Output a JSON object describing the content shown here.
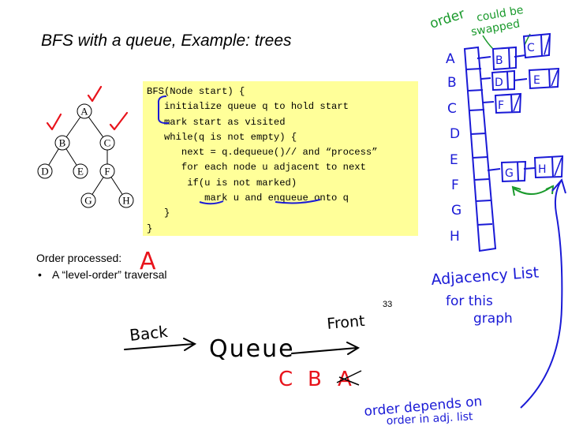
{
  "slide": {
    "title": "BFS with a queue, Example: trees",
    "code_lines": [
      "BFS(Node start) {",
      "   initialize queue q to hold start",
      "   mark start as visited",
      "   while(q is not empty) {",
      "      next = q.dequeue()// and “process”",
      "      for each node u adjacent to next",
      "       if(u is not marked)",
      "          mark u and enqueue onto q",
      "   }",
      "}"
    ],
    "order_label": "Order processed:",
    "bullet": "A “level-order” traversal",
    "page_number": "33"
  },
  "tree": {
    "nodes": [
      "A",
      "B",
      "C",
      "D",
      "E",
      "F",
      "G",
      "H"
    ]
  },
  "annotations": {
    "order_processed": "A",
    "queue_back": "Back",
    "queue_label": "Queue",
    "queue_front": "Front",
    "queue_contents": [
      "C",
      "B",
      "A"
    ],
    "order_header": "order",
    "could_be_swapped": [
      "could be",
      "swapped"
    ],
    "adj_rows": [
      "A",
      "B",
      "C",
      "D",
      "E",
      "F",
      "G",
      "H"
    ],
    "adj_a": [
      "B",
      "C"
    ],
    "adj_b": [
      "D",
      "E"
    ],
    "adj_c": [
      "F"
    ],
    "adj_f": [
      "G",
      "H"
    ],
    "adj_list_note": [
      "Adjacency List",
      "for this",
      "graph"
    ],
    "order_depends": [
      "order depends on",
      "order in adj. list"
    ]
  },
  "colors": {
    "red_ink": "#e8131b",
    "blue_ink": "#1a1ad6",
    "green_ink": "#1a9a2c",
    "code_bg": "#ffff99"
  }
}
